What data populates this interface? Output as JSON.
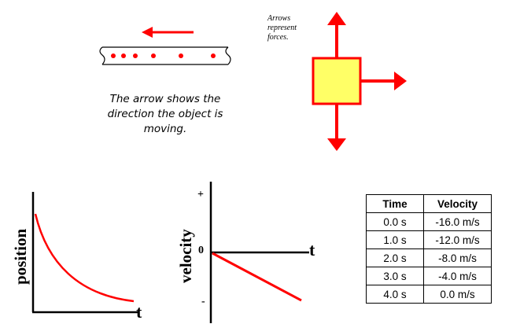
{
  "motion_diagram": {
    "caption": "The arrow shows the direction the object is moving.",
    "direction": "left",
    "dot_count": 6
  },
  "force_diagram": {
    "note": "Arrows represent forces.",
    "arrows": [
      "up",
      "down",
      "right"
    ],
    "box_color": "#ffff66",
    "arrow_color": "#ff0000"
  },
  "position_graph": {
    "ylabel": "position",
    "xlabel": "t"
  },
  "velocity_graph": {
    "ylabel": "velocity",
    "xlabel": "t",
    "tick_plus": "+",
    "tick_zero": "0",
    "tick_minus": "-"
  },
  "velocity_table": {
    "headers": [
      "Time",
      "Velocity"
    ],
    "rows": [
      [
        "0.0 s",
        "-16.0 m/s"
      ],
      [
        "1.0 s",
        "-12.0 m/s"
      ],
      [
        "2.0 s",
        "-8.0 m/s"
      ],
      [
        "3.0 s",
        "-4.0 m/s"
      ],
      [
        "4.0 s",
        "0.0 m/s"
      ]
    ]
  }
}
